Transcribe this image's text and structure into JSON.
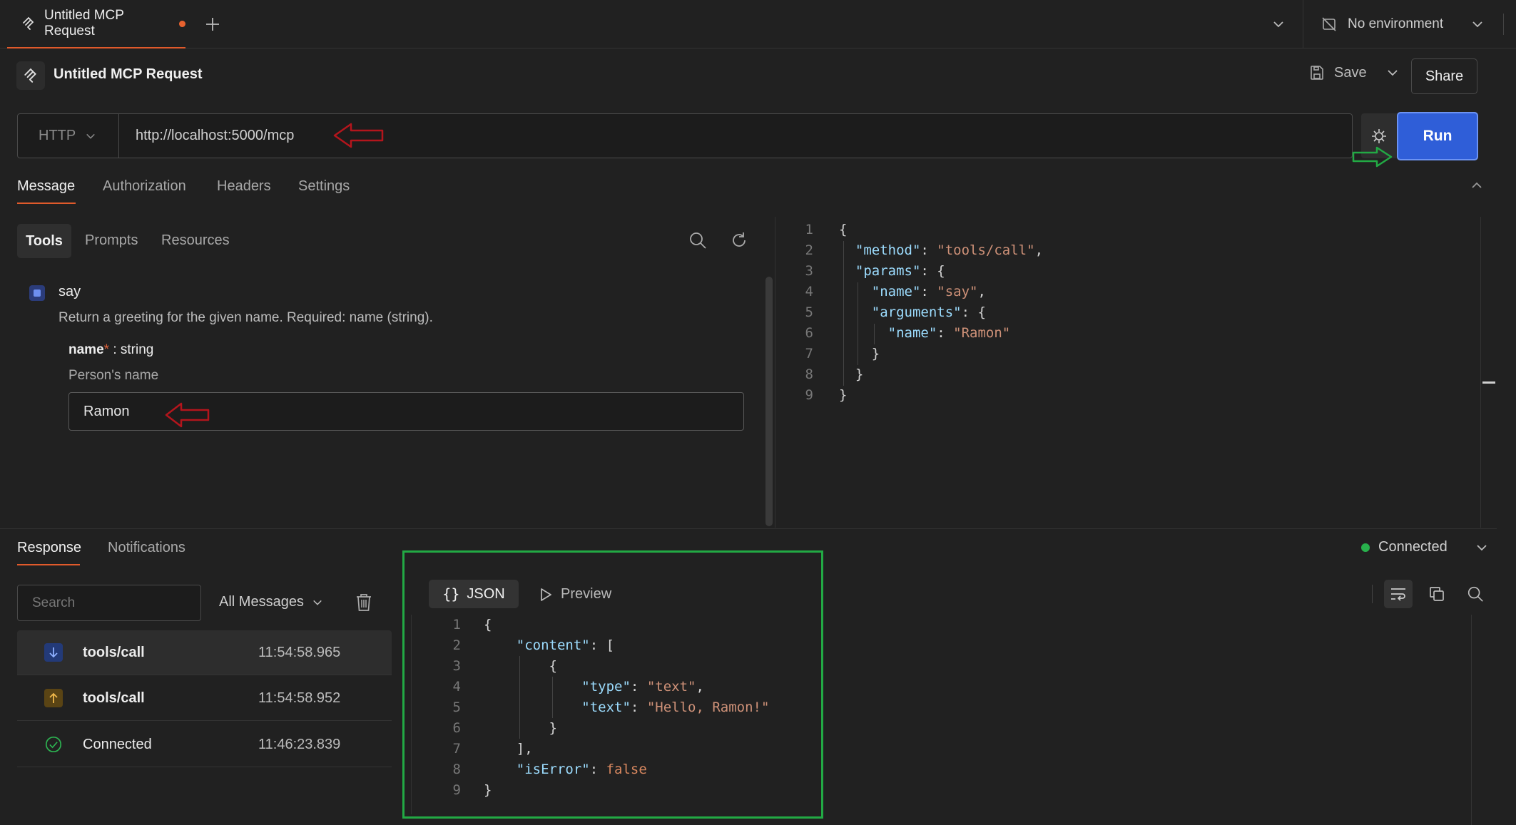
{
  "tabbar": {
    "active_tab_title": "Untitled MCP Request",
    "environment_label": "No environment"
  },
  "request": {
    "title": "Untitled MCP Request",
    "save_label": "Save",
    "share_label": "Share",
    "protocol": "HTTP",
    "url": "http://localhost:5000/mcp",
    "run_label": "Run"
  },
  "message_tabs": [
    "Message",
    "Authorization",
    "Headers",
    "Settings"
  ],
  "tools_pane": {
    "subtabs": [
      "Tools",
      "Prompts",
      "Resources"
    ],
    "tool": {
      "name": "say",
      "description": "Return a greeting for the given name. Required: name (string).",
      "param_name": "name",
      "param_required_mark": "*",
      "param_type": " : string",
      "param_description": "Person's name",
      "param_value": "Ramon"
    }
  },
  "request_json": {
    "line_numbers": [
      "1",
      "2",
      "3",
      "4",
      "5",
      "6",
      "7",
      "8",
      "9"
    ],
    "method_key": "\"method\"",
    "method_value": "\"tools/call\"",
    "params_key": "\"params\"",
    "name_key": "\"name\"",
    "name_value": "\"say\"",
    "arguments_key": "\"arguments\"",
    "arg_name_key": "\"name\"",
    "arg_name_value": "\"Ramon\""
  },
  "response": {
    "tabs": [
      "Response",
      "Notifications"
    ],
    "search_placeholder": "Search",
    "filter_label": "All Messages",
    "messages": [
      {
        "label": "tools/call",
        "time": "11:54:58.965",
        "direction": "incoming"
      },
      {
        "label": "tools/call",
        "time": "11:54:58.952",
        "direction": "outgoing"
      },
      {
        "label": "Connected",
        "time": "11:46:23.839",
        "direction": "status"
      }
    ],
    "view_tabs": [
      "JSON",
      "Preview"
    ],
    "status": "Connected",
    "status_color": "#28b14c",
    "json": {
      "line_numbers": [
        "1",
        "2",
        "3",
        "4",
        "5",
        "6",
        "7",
        "8",
        "9"
      ],
      "content_key": "\"content\"",
      "type_key": "\"type\"",
      "type_value": "\"text\"",
      "text_key": "\"text\"",
      "text_value": "\"Hello, Ramon!\"",
      "is_error_key": "\"isError\"",
      "is_error_value": "false"
    }
  },
  "colors": {
    "accent_orange": "#e05a2b",
    "run_blue": "#2f5ed8",
    "highlight_green": "#22a944",
    "annotation_red": "#b3151c"
  }
}
